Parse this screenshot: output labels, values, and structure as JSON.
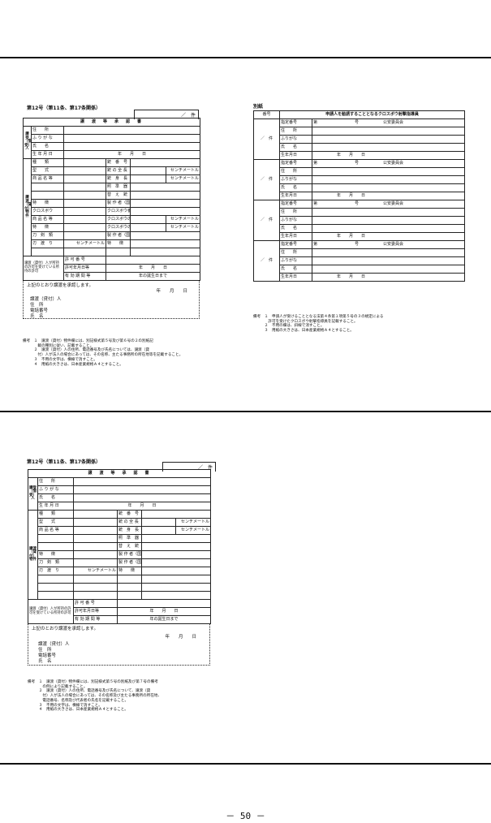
{
  "form12a": {
    "title": "第12号（第11条、第17条関係）",
    "count": "／　件",
    "heading": "譲　渡　等　承　認　書",
    "party": "譲受（借受）人",
    "f_address": "住　　所",
    "f_furigana": "ふ り が な",
    "f_name": "氏　　名",
    "f_dob": "生 年 月 日",
    "year_month_day": "年　　月　　日",
    "item_label": "譲渡（貸付）物件",
    "r_type": "種　　類",
    "r_model": "型　　式",
    "r_product": "商 品 名 等",
    "r_serial": "銃　番　号",
    "r_caliber": "銃 の 全 長",
    "r_bore": "銃　身　長",
    "unit_cm": "センチメートル",
    "r_sight": "照　準　器",
    "r_spare": "替　え　銃　身",
    "r_maker": "製 作 者（国）",
    "r_crossbow": "クロスボウ",
    "r_cb_no": "クロスボウ番号",
    "r_cb_len": "クロスボウの全長",
    "r_cb_width": "クロスボウの全幅",
    "r_blade": "刀　剣　類",
    "r_blade_len": "刃　渡　り",
    "r_feature": "特　　徴",
    "permit_label": "譲渡（貸付）人が所持の許可を受けている所持の許可",
    "permit_no": "許 可 番 号",
    "permit_date": "許可年月日等",
    "permit_valid": "有 効 期 間 等",
    "until": "年の誕生日まで",
    "approve": "上記のとおり譲渡を承認します。",
    "sig": [
      "譲渡（貸付）人",
      "住　所",
      "電話番号",
      "氏　名"
    ]
  },
  "notes12a": [
    "備考　１　譲渡（貸付）物件欄には、別記様式第５号及び第６号の２の別紙記",
    "　　　　載の種別に従い、記載すること。",
    "　　　２　譲渡（貸付）人の住所、電話番号及び氏名については、譲渡（貸",
    "　　　　付）人が法人の場合にあっては、その名称、主たる事務所の所在地等を記載すること。",
    "　　　３　不用の文字は、横線で消すこと。",
    "　　　４　用紙の大きさは、日本産業規格Ａ４とすること。"
  ],
  "annex": {
    "title": "別紙",
    "col_no": "番号",
    "col_head": "申請人を勧誘することとなるクロスボウ射撃指導員",
    "count": "／　件",
    "f_designation": "指定番号",
    "f_address": "住　　所",
    "f_furigana": "ふりがな",
    "f_name": "氏　　名",
    "f_dob": "生年月日",
    "dai": "第",
    "go": "号",
    "commission": "公安委員会",
    "ymd": "年　　月　　日"
  },
  "notes_annex": [
    "備考　１　申請人が受けることとなる法第４条第１項第５号の３の規定による",
    "　　　　許可を受けたクロスボウ射撃指導員を記載すること。",
    "　　　２　不用の欄は、斜線で消すこと。",
    "　　　３　用紙の大きさは、日本産業規格Ａ４とすること。"
  ],
  "form12b": {
    "title": "第12号（第11条、第17条関係）",
    "count": "／　件",
    "heading": "譲　渡　等　承　認　書",
    "party": "譲受（借受）人",
    "item_label": "譲渡（貸付）物件",
    "permit_label": "譲渡（貸付）人が所持の許可を受けている所持の許可",
    "approve": "上記のとおり譲渡を承認します。",
    "sig": [
      "譲渡（貸付）人",
      "住　所",
      "電話番号",
      "氏　名"
    ]
  },
  "notes12b": [
    "備考　１　譲渡（貸付）物件欄には、別記様式第５号の別紙及び第７号の備考",
    "　　　　の例により記載すること。",
    "　　　２　譲渡（貸付）人の住所、電話番号及び氏名について、譲渡（貸",
    "　　　　付）人が法人の場合にあっては、その名称及び主たる事務所の所在地、",
    "　　　　電話番号、名称及び代表者の氏名を記載すること。",
    "　　　３　不用の文字は、横線で消すこと。",
    "　　　４　用紙の大きさは、日本産業規格Ａ４とすること。"
  ],
  "page_number": "－ 50 －"
}
